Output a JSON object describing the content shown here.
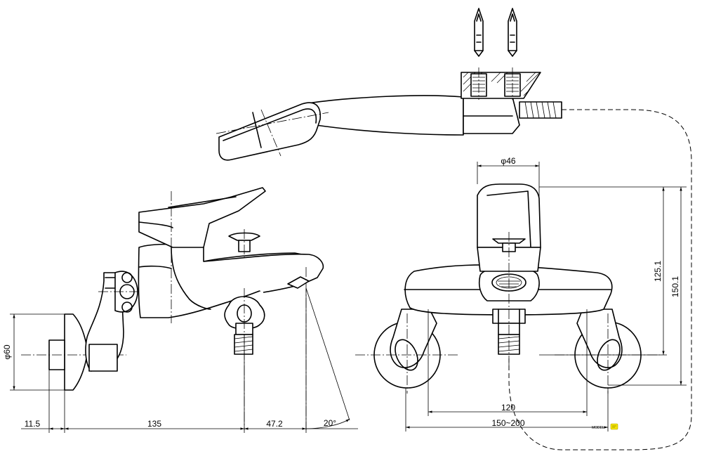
{
  "dimensions": {
    "d60": "φ60",
    "w11_5": "11.5",
    "w135": "135",
    "w47_2": "47.2",
    "angle20": "20°",
    "d46": "φ46",
    "h125_1": "125.1",
    "h150_1": "150.1",
    "w120": "120",
    "w150_200": "150~200"
  },
  "labels": {
    "model": "MODEL"
  },
  "colors": {
    "line": "#000000",
    "background": "#ffffff",
    "badge": "#f2e200"
  }
}
